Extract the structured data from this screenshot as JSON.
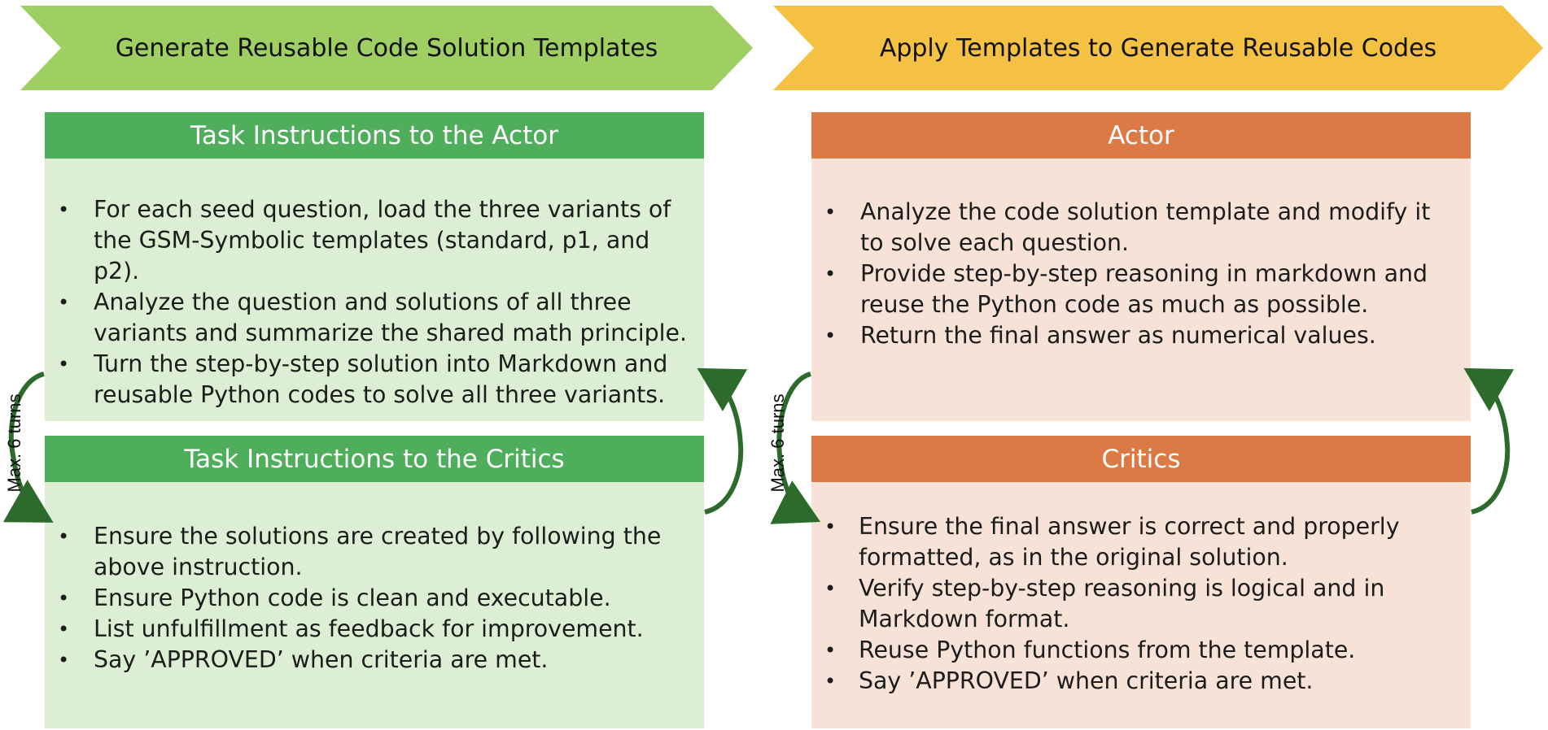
{
  "colors": {
    "green_banner": "#9fce63",
    "yellow_banner": "#f5c142",
    "green_header": "#4fae5b",
    "green_body": "#dcefd4",
    "orange_header": "#db7a44",
    "orange_body": "#f6e2d7",
    "arrow": "#2d6b2d"
  },
  "left": {
    "banner_title": "Generate Reusable Code Solution Templates",
    "actor_box": {
      "title": "Task Instructions to the Actor",
      "items": [
        "For each seed question, load the three variants of the GSM-Symbolic templates (standard, p1, and p2).",
        "Analyze the question and solutions of all three variants and summarize the shared math principle.",
        "Turn the step-by-step solution into Markdown and reusable Python codes to solve all three variants."
      ]
    },
    "critic_box": {
      "title": "Task Instructions to the Critics",
      "items": [
        "Ensure the solutions are created by following the above instruction.",
        "Ensure Python code is clean and executable.",
        "List unfulfillment as feedback for improvement.",
        "Say ’APPROVED’ when criteria are met."
      ]
    },
    "loop_label": "Max. 6 turns"
  },
  "right": {
    "banner_title": "Apply Templates to Generate Reusable Codes",
    "actor_box": {
      "title": "Actor",
      "items": [
        "Analyze the code solution template and modify it to solve each question.",
        "Provide step-by-step reasoning in markdown and reuse the Python code as much as possible.",
        "Return the final answer as numerical values."
      ]
    },
    "critic_box": {
      "title": "Critics",
      "items": [
        "Ensure the final answer is correct and properly formatted, as in the original solution.",
        "Verify step-by-step reasoning is logical and in Markdown format.",
        "Reuse Python functions from the template.",
        "Say ’APPROVED’ when criteria are met."
      ]
    },
    "loop_label": "Max. 6 turns"
  }
}
